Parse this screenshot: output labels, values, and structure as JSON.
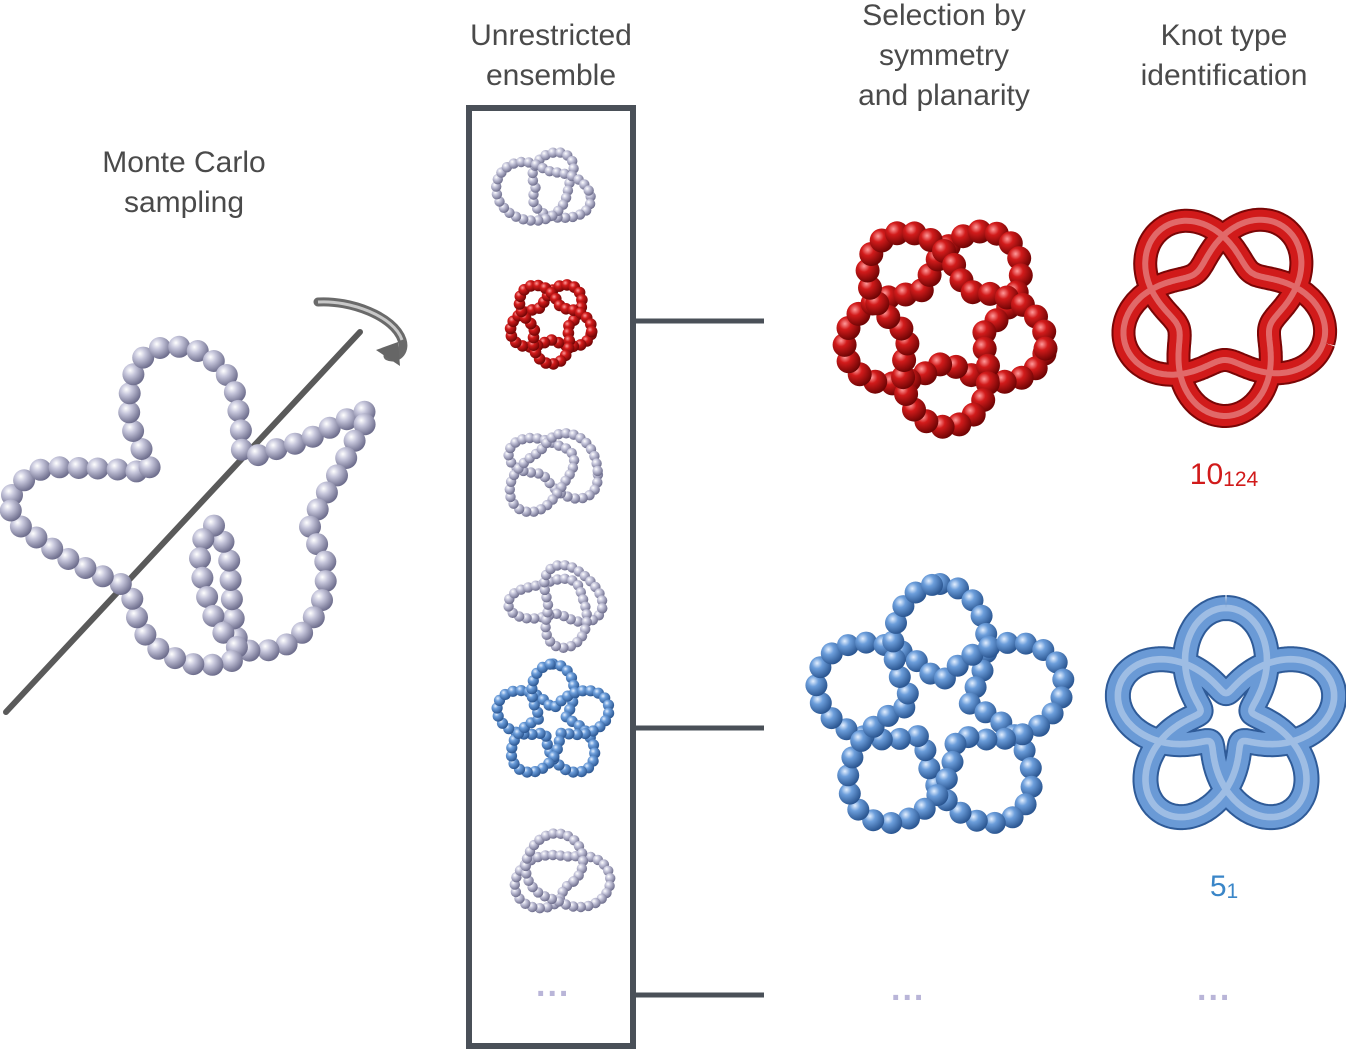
{
  "headers": {
    "monte_carlo": [
      "Monte Carlo",
      "sampling"
    ],
    "unrestricted": [
      "Unrestricted",
      "ensemble"
    ],
    "selection": [
      "Selection by",
      "symmetry",
      "and planarity"
    ],
    "knot_type": [
      "Knot type",
      "identification"
    ]
  },
  "knots": {
    "red": {
      "main": "10",
      "sub": "124"
    },
    "blue": {
      "main": "5",
      "sub": "1"
    }
  },
  "ellipsis": "...",
  "colors": {
    "text": "#4a4a4a",
    "frame": "#4a5058",
    "bead_gray": "#9c9cb8",
    "bead_red": "#c41212",
    "bead_blue": "#5b8fd0",
    "tube_red": "#d11a1a",
    "tube_blue": "#6a9ad6",
    "ellipsis": "#b9b5d8",
    "label_red": "#d11a1a",
    "label_blue": "#3a86c8"
  },
  "icons": [
    "rotation-arrow-icon",
    "axis-rod"
  ]
}
